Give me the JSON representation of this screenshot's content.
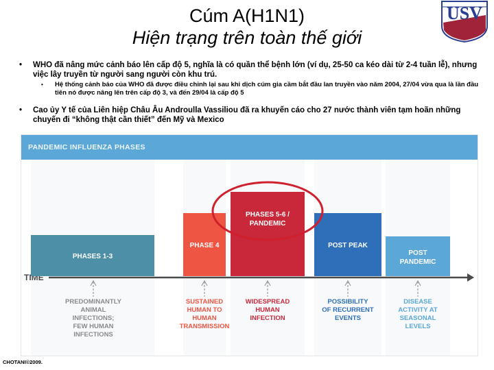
{
  "title": {
    "line1": "Cúm A(H1N1)",
    "line2": "Hiện trạng trên toàn thế giới"
  },
  "logo": {
    "text": "USV"
  },
  "bullets": [
    {
      "text": "WHO đã nâng mức cảnh báo lên cấp độ 5, nghĩa là có quần thể bệnh lớn (ví dụ, 25-50 ca kéo dài từ 2-4 tuần lễ), nhưng việc lây truyền từ người sang người còn khu trú.",
      "sub": "Hệ thống cảnh báo của WHO đã được điều chỉnh lại sau khi dịch cúm gia cầm bắt đầu lan truyền vào năm 2004, 27/04 vừa qua là lần đầu tiên nó được nâng lên trên cấp độ 3, và đến 29/04 là cấp độ 5"
    },
    {
      "text": "Cao ủy Y tế của Liên hiệp Châu Âu Androulla Vassiliou đã ra khuyến cáo cho 27 nước thành viên tạm hoãn những chuyến đi “không thật cần thiết” đến Mỹ và Mexico"
    }
  ],
  "diagram": {
    "header": "PANDEMIC INFLUENZA PHASES",
    "time_label": "TIME",
    "phases": [
      {
        "label": [
          "PHASES 1-3"
        ],
        "color": "#4d8fa6",
        "desc": [
          "PREDOMINANTLY",
          "ANIMAL",
          "INFECTIONS;",
          "FEW HUMAN",
          "INFECTIONS"
        ],
        "desc_color": "#8a8a8a"
      },
      {
        "label": [
          "PHASE 4"
        ],
        "color": "#ee5543",
        "desc": [
          "SUSTAINED",
          "HUMAN TO",
          "HUMAN",
          "TRANSMISSION"
        ],
        "desc_color": "#ee5543"
      },
      {
        "label": [
          "PHASES 5-6 /",
          "PANDEMIC"
        ],
        "color": "#c8283a",
        "desc": [
          "WIDESPREAD",
          "HUMAN",
          "INFECTION"
        ],
        "desc_color": "#c8283a"
      },
      {
        "label": [
          "POST PEAK"
        ],
        "color": "#2f6fba",
        "desc": [
          "POSSIBILITY",
          "OF RECURRENT",
          "EVENTS"
        ],
        "desc_color": "#2f6fba"
      },
      {
        "label": [
          "POST",
          "PANDEMIC"
        ],
        "color": "#5ba7d8",
        "desc": [
          "DISEASE",
          "ACTIVITY AT",
          "SEASONAL",
          "LEVELS"
        ],
        "desc_color": "#5ba7d8"
      }
    ],
    "highlight_color": "#d0202e"
  },
  "footer": "CHOTANI©2009."
}
